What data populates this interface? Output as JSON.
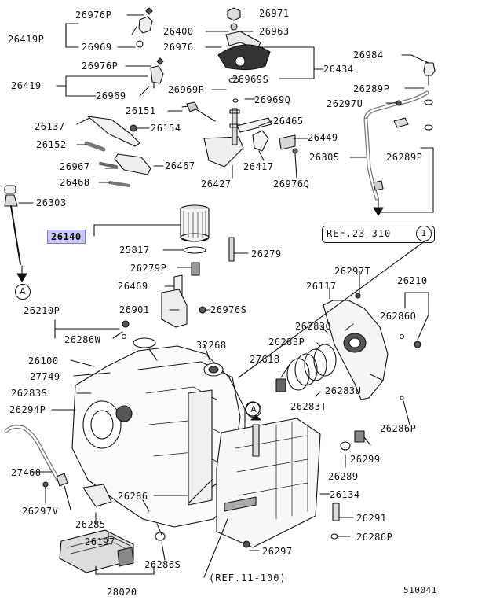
{
  "labels": {
    "l26976P_a": "26976P",
    "l26971": "26971",
    "l26419P": "26419P",
    "l26400": "26400",
    "l26963": "26963",
    "l26969_a": "26969",
    "l26976": "26976",
    "l26976P_b": "26976P",
    "l26434": "26434",
    "l26984": "26984",
    "l26419": "26419",
    "l26969S": "26969S",
    "l26969P": "26969P",
    "l26289P_a": "26289P",
    "l26969_b": "26969",
    "l26969Q": "26969Q",
    "l26297U": "26297U",
    "l26151": "26151",
    "l26465": "26465",
    "l26137": "26137",
    "l26154": "26154",
    "l26449": "26449",
    "l26152": "26152",
    "l26305": "26305",
    "l26289P_b": "26289P",
    "l26967": "26967",
    "l26467": "26467",
    "l26417": "26417",
    "l26468": "26468",
    "l26427": "26427",
    "l26976Q": "26976Q",
    "l26303": "26303",
    "l26140": "26140",
    "l25817": "25817",
    "l26279": "26279",
    "l26279P": "26279P",
    "l26297T": "26297T",
    "l26469": "26469",
    "l26117": "26117",
    "l26210_a": "26210",
    "l26901": "26901",
    "l26976S": "26976S",
    "l26210P": "26210P",
    "l26286Q": "26286Q",
    "l26283Q": "26283Q",
    "l26286W": "26286W",
    "l32268": "32268",
    "l26283P": "26283P",
    "l26100": "26100",
    "l27618": "27618",
    "l27749": "27749",
    "l26283S": "26283S",
    "l26283U": "26283U",
    "l26294P": "26294P",
    "l26283T": "26283T",
    "l26286P_a": "26286P",
    "l26299": "26299",
    "l27468": "27468",
    "l26289": "26289",
    "l26286": "26286",
    "l26134": "26134",
    "l26297V": "26297V",
    "l26291": "26291",
    "l26285": "26285",
    "l26286P_b": "26286P",
    "l26197": "26197",
    "l26297": "26297",
    "l26286S": "26286S",
    "l28020": "28020"
  },
  "refs": {
    "ref_a": "REF.23-310",
    "ref_a_circle": "1",
    "ref_b": "(REF.11-100)",
    "marker": "A"
  },
  "footer": {
    "code": "510041"
  },
  "highlight_color": "#c9c9f7"
}
